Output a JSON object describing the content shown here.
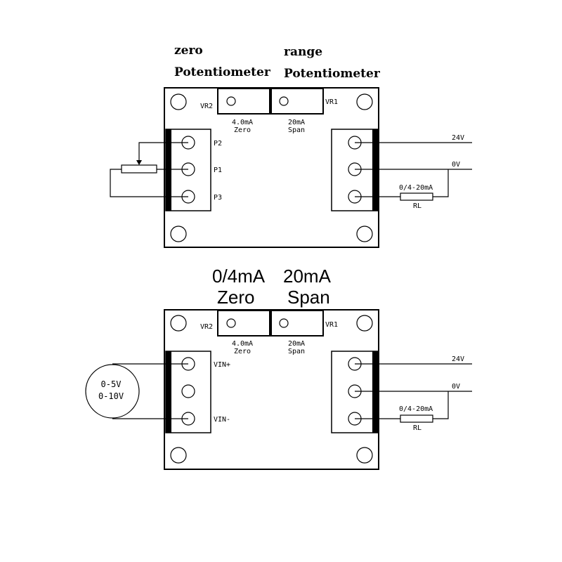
{
  "top": {
    "headers": {
      "zero_line1": "zero",
      "zero_line2": "Potentiometer",
      "range_line1": "range",
      "range_line2": "Potentiometer"
    },
    "board": {
      "vr2": "VR2",
      "vr1": "VR1",
      "zero_value": "4.0mA",
      "zero_name": "Zero",
      "span_value": "20mA",
      "span_name": "Span",
      "left_terminals": [
        "P2",
        "P1",
        "P3"
      ],
      "right_labels": {
        "supply": "24V",
        "ground": "0V",
        "current": "0/4-20mA",
        "load": "RL"
      }
    }
  },
  "bottom": {
    "headers": {
      "zero_value": "0/4mA",
      "zero_name": "Zero",
      "span_value": "20mA",
      "span_name": "Span"
    },
    "board": {
      "vr2": "VR2",
      "vr1": "VR1",
      "zero_value": "4.0mA",
      "zero_name": "Zero",
      "span_value": "20mA",
      "span_name": "Span",
      "left_terminals": [
        "VIN+",
        "VIN-"
      ],
      "source_labels": [
        "0-5V",
        "0-10V"
      ],
      "right_labels": {
        "supply": "24V",
        "ground": "0V",
        "current": "0/4-20mA",
        "load": "RL"
      }
    }
  },
  "colors": {
    "ink": "#000000",
    "background": "#ffffff"
  }
}
